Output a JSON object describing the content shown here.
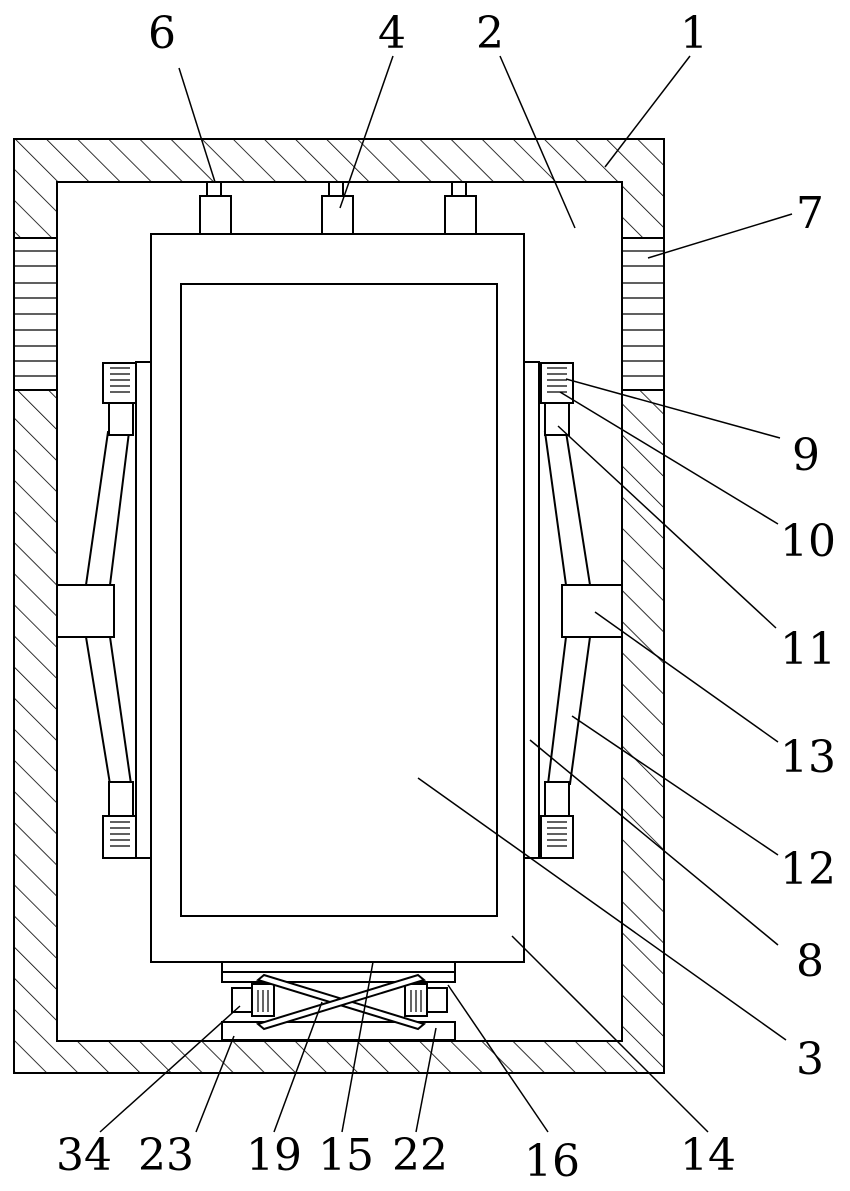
{
  "labels": {
    "l6": "6",
    "l4": "4",
    "l2": "2",
    "l1": "1",
    "l7": "7",
    "l9": "9",
    "l10": "10",
    "l11": "11",
    "l13": "13",
    "l12": "12",
    "l8": "8",
    "l3": "3",
    "l14": "14",
    "l16": "16",
    "l22": "22",
    "l15": "15",
    "l19": "19",
    "l23": "23",
    "l34": "34"
  },
  "colors": {
    "line": "#000000",
    "background": "#ffffff"
  }
}
